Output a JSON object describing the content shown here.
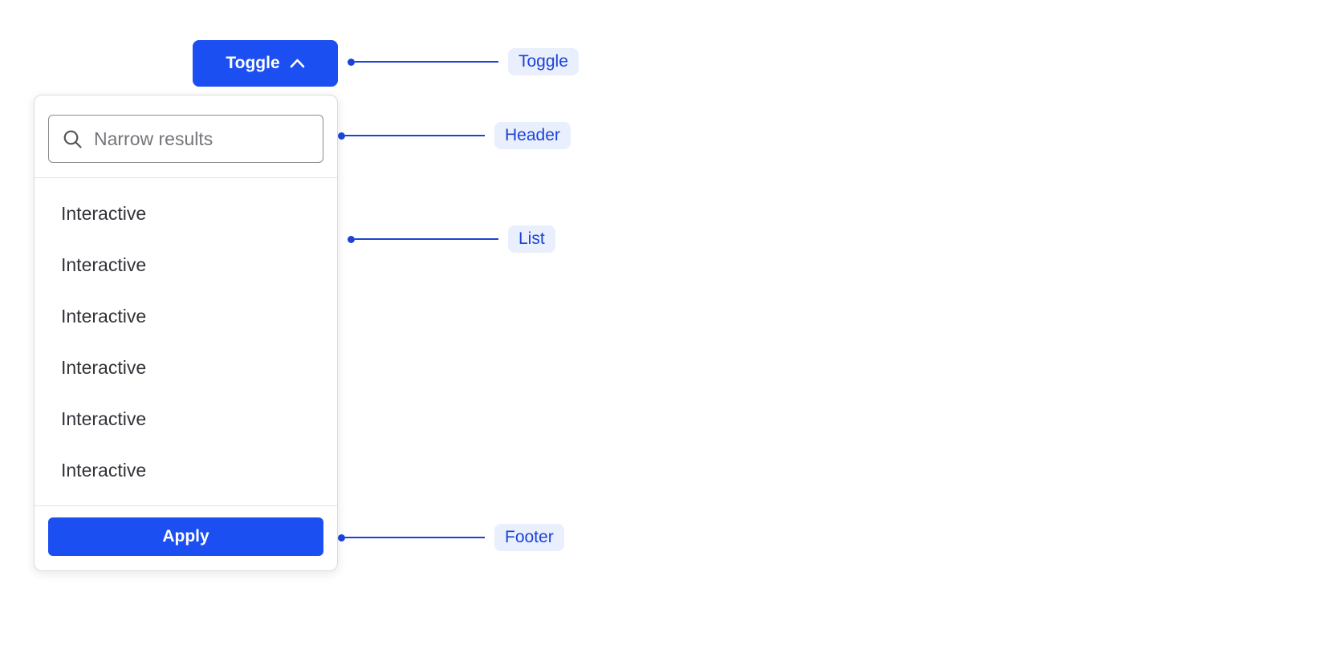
{
  "colors": {
    "accent": "#1c4ff2",
    "annotation_line": "#1c43d8",
    "annotation_pill_bg": "#e9effc"
  },
  "toggle": {
    "label": "Toggle",
    "icon": "chevron-up-icon"
  },
  "dropdown": {
    "search": {
      "placeholder": "Narrow results",
      "icon": "search-icon",
      "value": ""
    },
    "items": [
      {
        "label": "Interactive"
      },
      {
        "label": "Interactive"
      },
      {
        "label": "Interactive"
      },
      {
        "label": "Interactive"
      },
      {
        "label": "Interactive"
      },
      {
        "label": "Interactive"
      }
    ],
    "footer": {
      "apply_label": "Apply"
    }
  },
  "annotations": {
    "toggle": {
      "label": "Toggle"
    },
    "header": {
      "label": "Header"
    },
    "list": {
      "label": "List"
    },
    "footer": {
      "label": "Footer"
    }
  }
}
